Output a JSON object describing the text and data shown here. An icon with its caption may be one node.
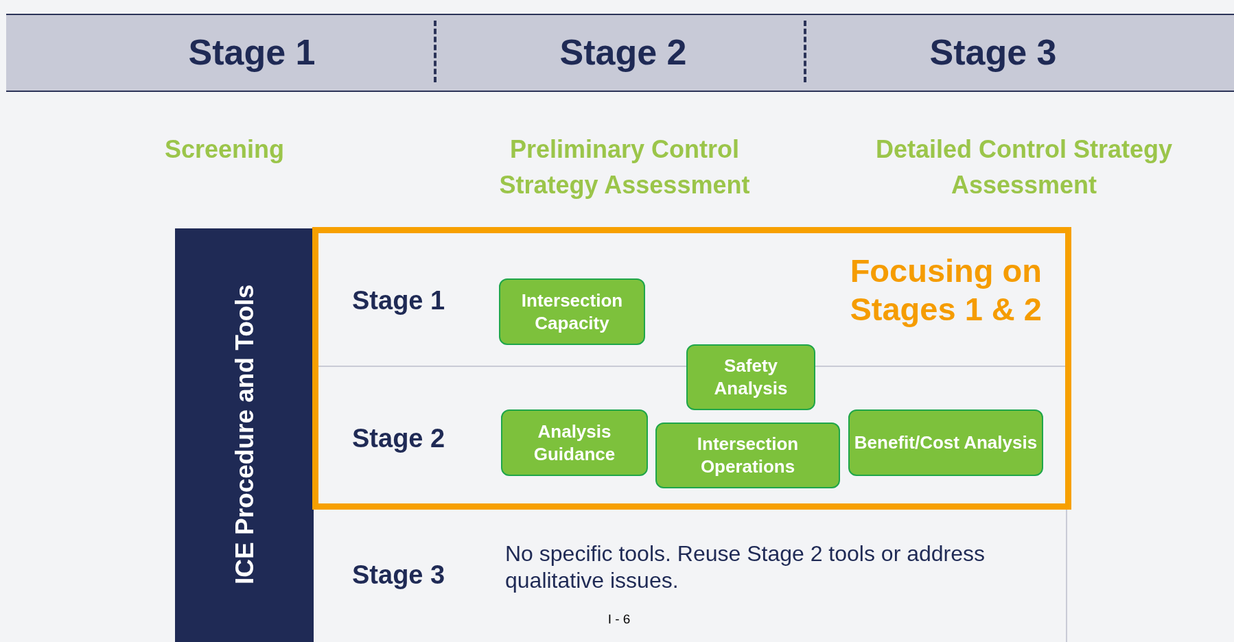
{
  "diagram": {
    "nodes": [
      {
        "text": [
          "Stage 1",
          "Stage 2",
          "Stage 3"
        ]
      },
      {
        "text": [
          "ICE Procedure and Tools"
        ]
      },
      {
        "text": [
          "Focusing on Stages 1 & 2"
        ]
      },
      {
        "text": [
          "Intersection Capacity"
        ],
        "in": 2
      },
      {
        "text": [
          "Safety Analysis"
        ],
        "in": 2
      },
      {
        "text": [
          "Analysis Guidance"
        ],
        "in": 2
      },
      {
        "text": [
          "Intersection Operations"
        ],
        "in": 2
      },
      {
        "text": [
          "Benefit/Cost Analysis"
        ],
        "in": 2
      }
    ],
    "edges": [],
    "labels": [
      "Screening",
      "Preliminary Control Strategy Assessment",
      "Detailed Control Strategy Assessment",
      "Stage 1",
      "Stage 2",
      "Stage 3",
      "No specific tools. Reuse Stage 2 tools or address qualitative issues.",
      "I - 6"
    ]
  }
}
